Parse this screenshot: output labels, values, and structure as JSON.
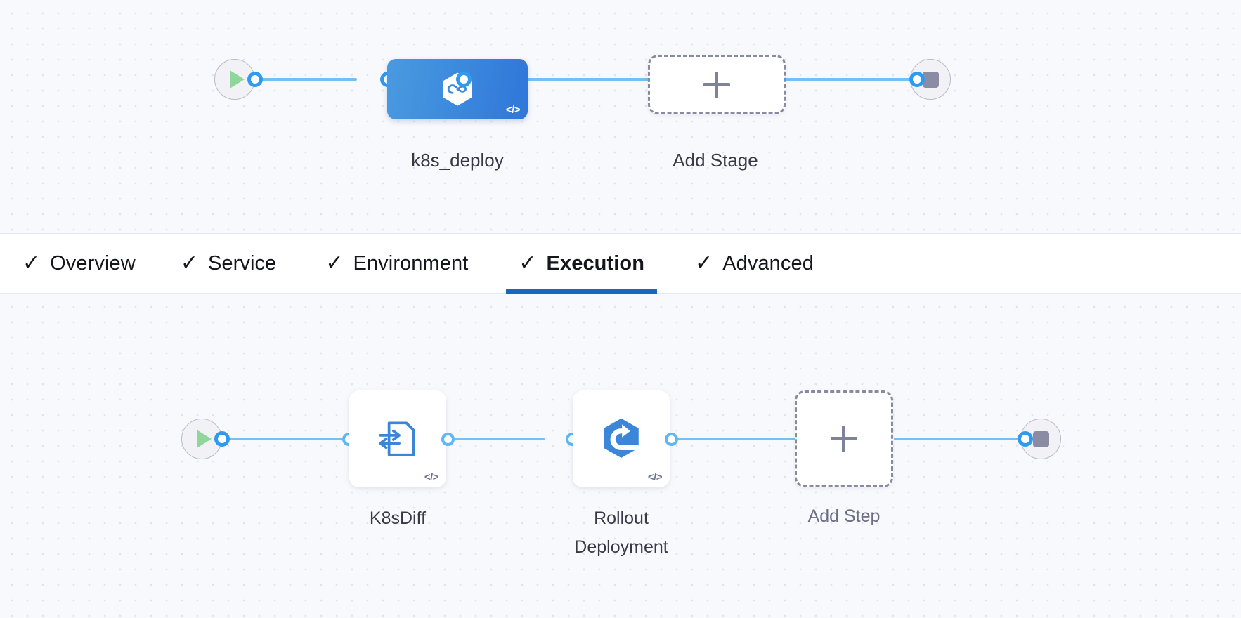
{
  "stage_row": {
    "start_node": {
      "name": "Pipeline Start",
      "icon": "play-icon"
    },
    "end_node": {
      "name": "Pipeline End",
      "icon": "stop-icon"
    },
    "stage": {
      "label": "k8s_deploy",
      "icon": "harness-cd-hexagon-infinity-icon",
      "badge": "</>",
      "accent": "#3d8bdd",
      "selected": true
    },
    "add_stage": {
      "label": "Add Stage",
      "icon": "plus-icon"
    }
  },
  "tabbar": {
    "tabs": [
      {
        "label": "Overview",
        "check": "✓",
        "active": false
      },
      {
        "label": "Service",
        "check": "✓",
        "active": false
      },
      {
        "label": "Environment",
        "check": "✓",
        "active": false
      },
      {
        "label": "Execution",
        "check": "✓",
        "active": true
      },
      {
        "label": "Advanced",
        "check": "✓",
        "active": false
      }
    ],
    "active_indicator_color": "#1c64c4"
  },
  "step_row": {
    "start_node": {
      "name": "Execution Start",
      "icon": "play-icon"
    },
    "end_node": {
      "name": "Execution End",
      "icon": "stop-icon"
    },
    "steps": [
      {
        "label": "K8sDiff",
        "icon": "k8s-diff-document-icon",
        "badge": "</>"
      },
      {
        "label": "Rollout\nDeployment",
        "icon": "rollout-deployment-hexagon-icon",
        "badge": "</>"
      }
    ],
    "add_step": {
      "label": "Add Step",
      "icon": "plus-icon"
    }
  },
  "colors": {
    "canvas_background": "#f8f9fc",
    "grid_dot": "#dfe3ee",
    "connector_line": "#72c0f5",
    "connector_ring": "#2e9bf0",
    "node_icon_blue": "#3b86d9",
    "dashed_border": "#868ba3",
    "play_green": "#8fd69a",
    "stop_grey": "#8b8ba3"
  }
}
